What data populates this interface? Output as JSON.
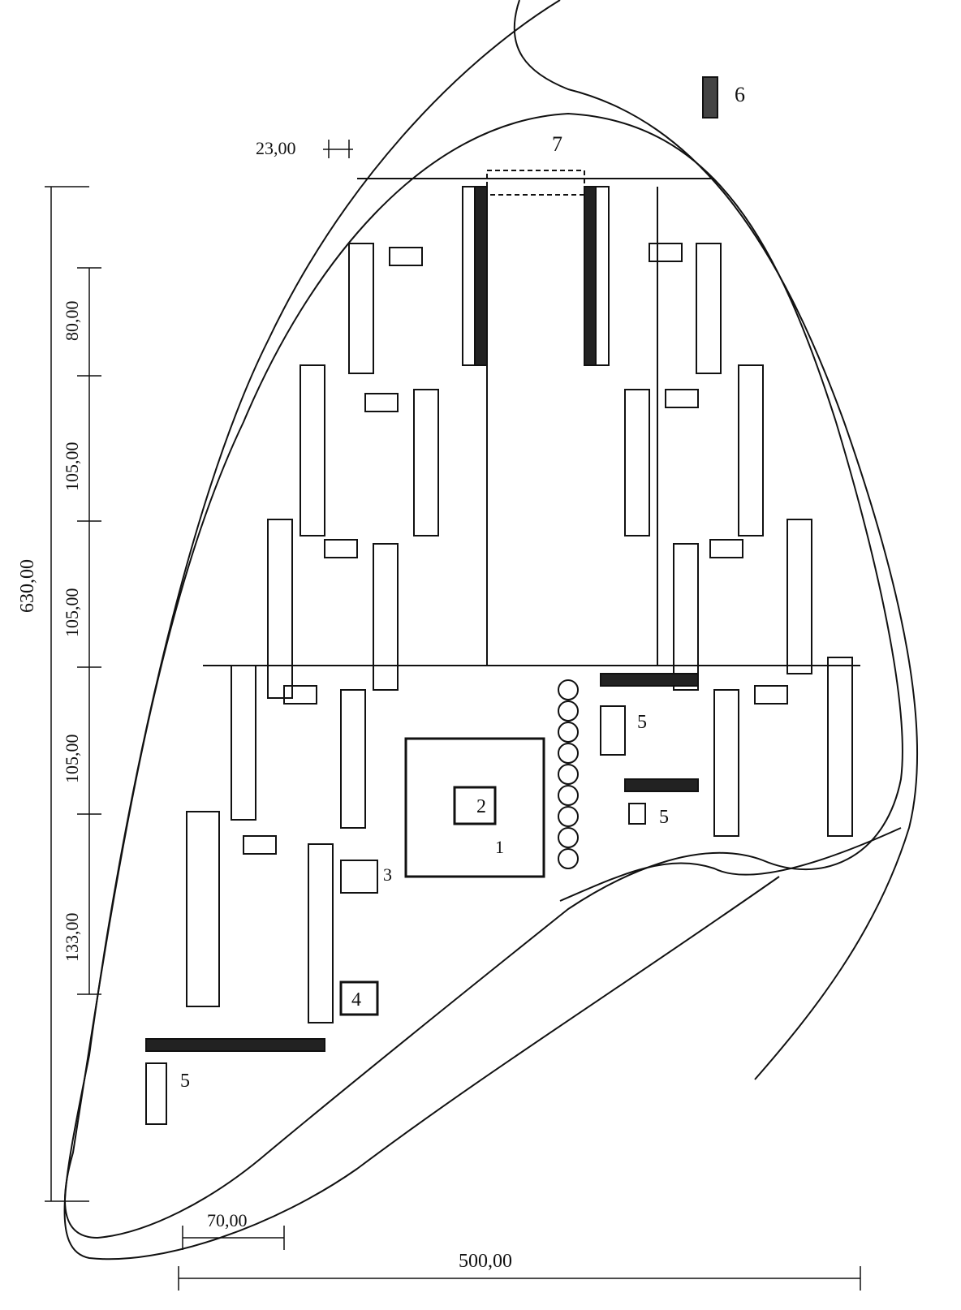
{
  "title": "Site plan",
  "dimensions": {
    "total_height": "630,00",
    "segments": [
      "80,00",
      "105,00",
      "105,00",
      "105,00",
      "133,00"
    ],
    "top_gap": "23,00",
    "bottom_width": "500,00",
    "bottom_segment": "70,00"
  },
  "labels": {
    "l1": "1",
    "l2": "2",
    "l3": "3",
    "l4": "4",
    "l5a": "5",
    "l5b": "5",
    "l5c": "5",
    "l6": "6",
    "l7": "7"
  },
  "colors": {
    "ink": "#111111",
    "paper": "#ffffff"
  }
}
